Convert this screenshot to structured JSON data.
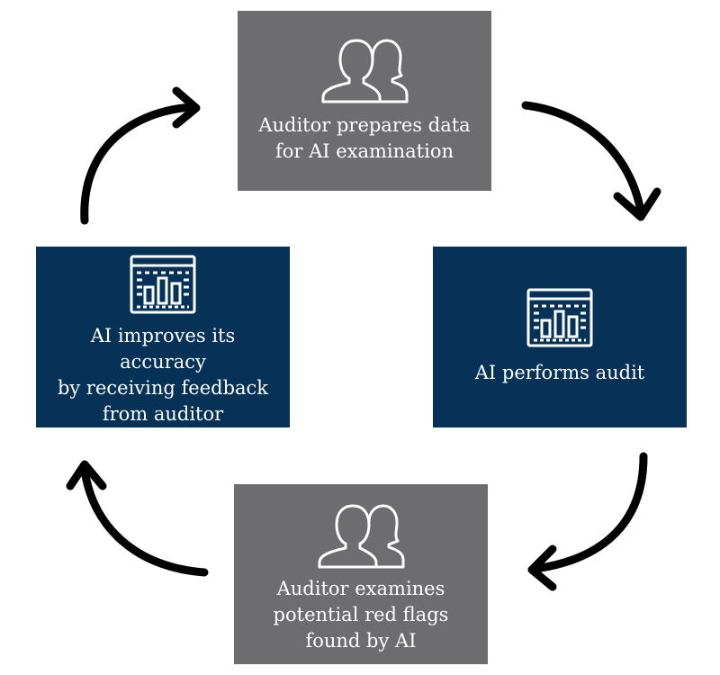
{
  "steps": [
    {
      "label": "Auditor prepares data\nfor AI examination",
      "icon": "people-icon",
      "color": "#6d6d70"
    },
    {
      "label": "AI performs audit",
      "icon": "dashboard-chart-icon",
      "color": "#063258"
    },
    {
      "label": "Auditor examines\npotential red flags\nfound by AI",
      "icon": "people-icon",
      "color": "#6d6d70"
    },
    {
      "label": "AI improves its accuracy\nby receiving feedback\nfrom auditor",
      "icon": "dashboard-chart-icon",
      "color": "#063258"
    }
  ],
  "arrow_color": "#000000"
}
